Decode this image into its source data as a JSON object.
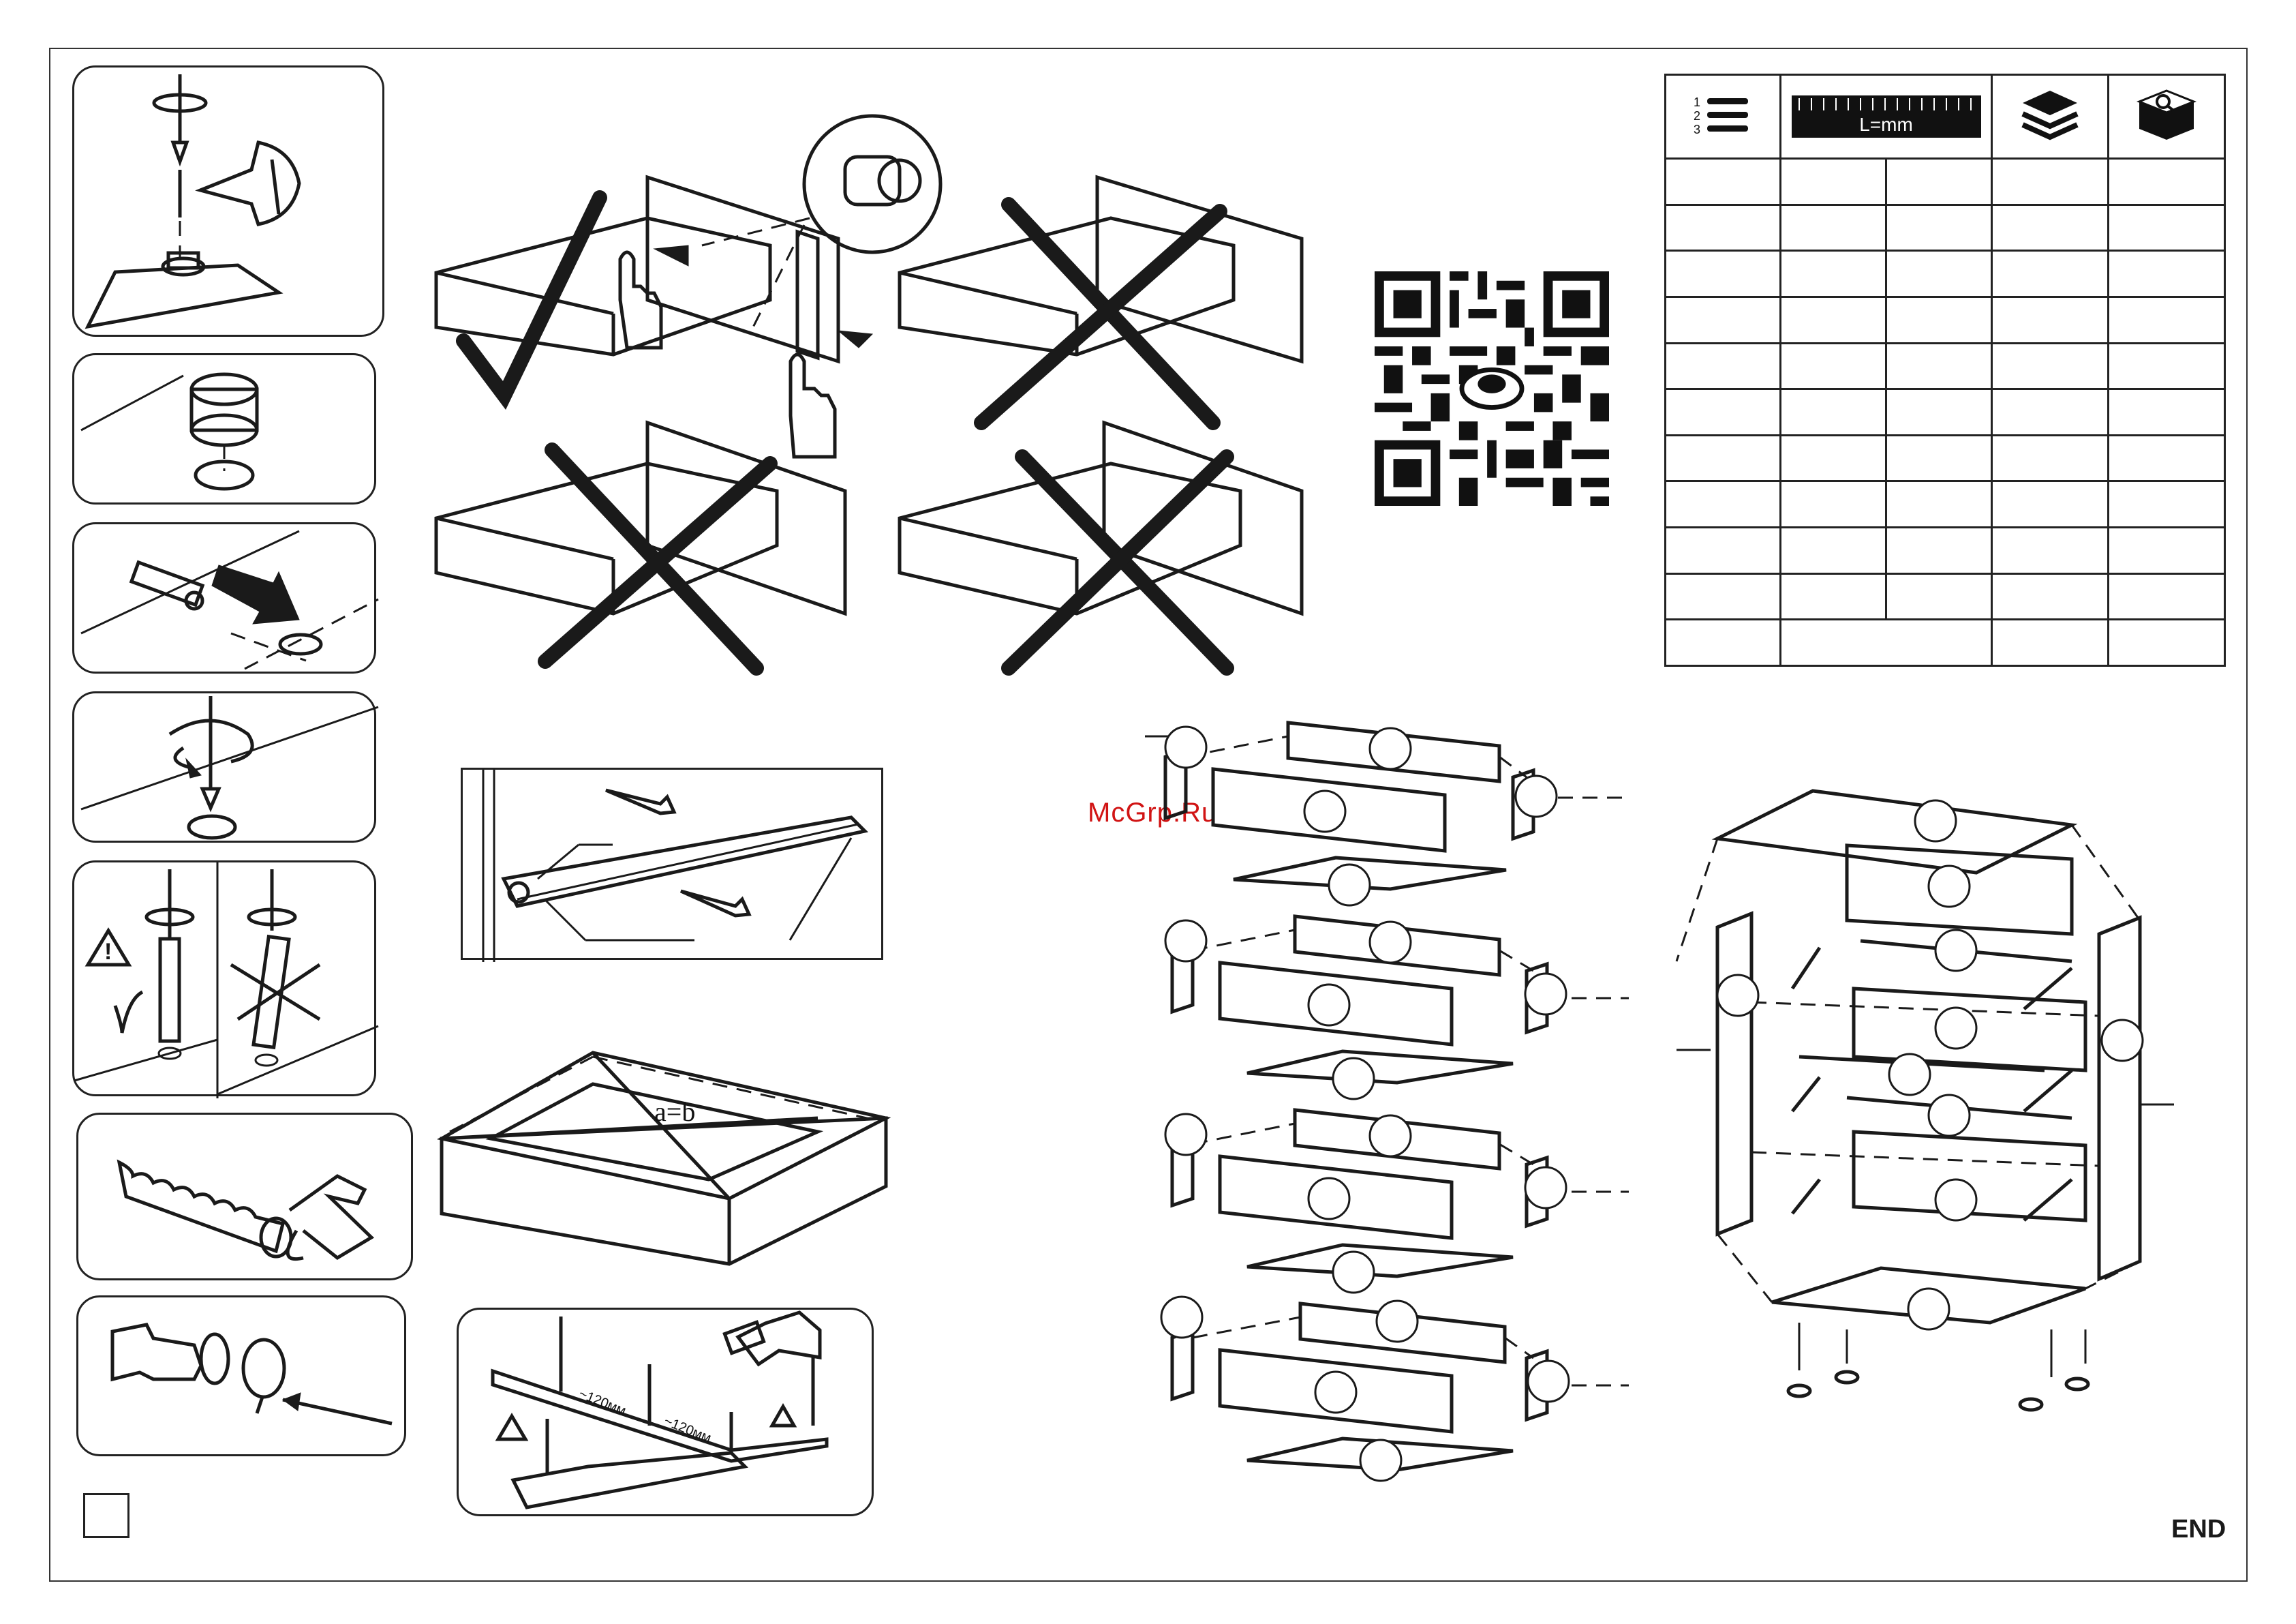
{
  "watermark": "McGrp.Ru",
  "end_label": "END",
  "diagram_labels": {
    "diagonal_equal": "a=b",
    "nail_spacing_1": "~120мм",
    "nail_spacing_2": "~120мм"
  },
  "parts_table": {
    "ruler_label": "L=mm",
    "icons": [
      "numbered-list-icon",
      "ruler-icon",
      "layers-icon",
      "package-search-icon"
    ],
    "rows": 11
  },
  "colors": {
    "line": "#1a1a1a",
    "watermark": "#d11414"
  }
}
